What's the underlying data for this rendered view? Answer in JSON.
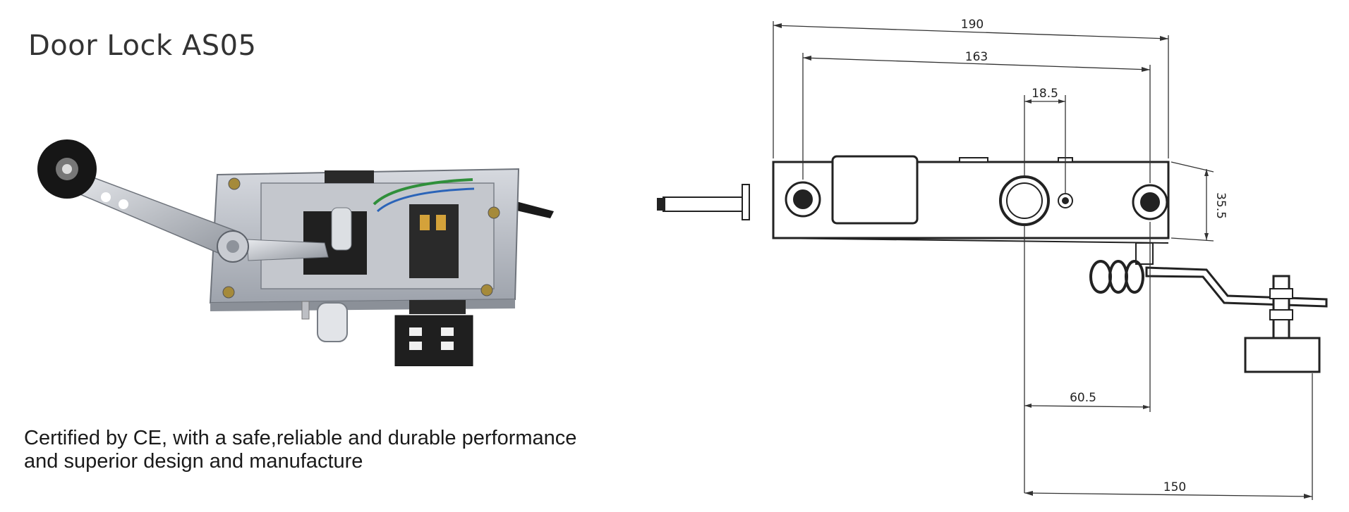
{
  "product": {
    "title": "Door Lock  AS05",
    "description_lines": [
      "Certified by CE, with a safe,reliable and durable performance",
      "and superior design and manufacture"
    ]
  },
  "drawing": {
    "dimensions": {
      "overall_length": "190",
      "hole_spacing": "163",
      "center_offset": "18.5",
      "height": "35.5",
      "roller_offset": "60.5",
      "roller_reach": "150"
    }
  },
  "colors": {
    "text": "#333333",
    "line": "#222222",
    "metal": "#b8bcc4",
    "dark_part": "#1c1c1c"
  }
}
